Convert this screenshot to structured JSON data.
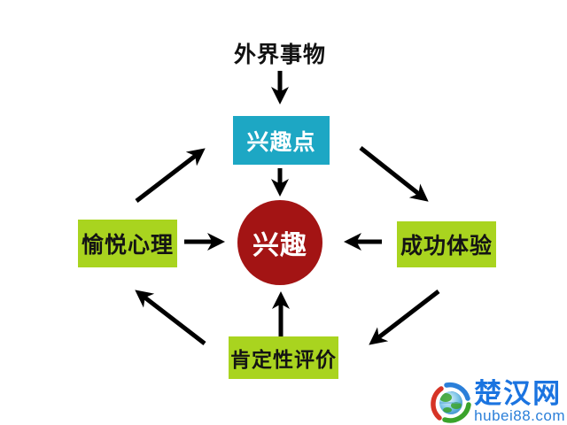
{
  "diagram": {
    "background": "#ffffff",
    "arrow_color": "#000000",
    "source_label": "外界事物",
    "nodes": {
      "interest_point": {
        "label": "兴趣点",
        "shape": "rect",
        "bg": "#1da7c4",
        "text_color": "#ffffff"
      },
      "interest": {
        "label": "兴趣",
        "shape": "circle",
        "bg": "#a31414",
        "text_color": "#ffffff"
      },
      "pleasure": {
        "label": "愉悦心理",
        "shape": "rect",
        "bg": "#a9d41f",
        "text_color": "#141414"
      },
      "success": {
        "label": "成功体验",
        "shape": "rect",
        "bg": "#a9d41f",
        "text_color": "#141414"
      },
      "evaluation": {
        "label": "肯定性评价",
        "shape": "rect",
        "bg": "#a9d41f",
        "text_color": "#141414"
      }
    },
    "edges": [
      {
        "from": "外界事物",
        "to": "兴趣点"
      },
      {
        "from": "兴趣点",
        "to": "兴趣"
      },
      {
        "from": "愉悦心理",
        "to": "兴趣"
      },
      {
        "from": "成功体验",
        "to": "兴趣"
      },
      {
        "from": "肯定性评价",
        "to": "兴趣"
      },
      {
        "from": "愉悦心理",
        "to": "兴趣点"
      },
      {
        "from": "兴趣点",
        "to": "成功体验"
      },
      {
        "from": "成功体验",
        "to": "肯定性评价"
      },
      {
        "from": "肯定性评价",
        "to": "愉悦心理"
      }
    ]
  },
  "watermark": {
    "site_name": "楚汉网",
    "site_url": "hubei88.com",
    "brand_blue": "#1b74e0",
    "globe_colors": [
      "#d63426",
      "#2b7fd9",
      "#3aa32a"
    ]
  }
}
